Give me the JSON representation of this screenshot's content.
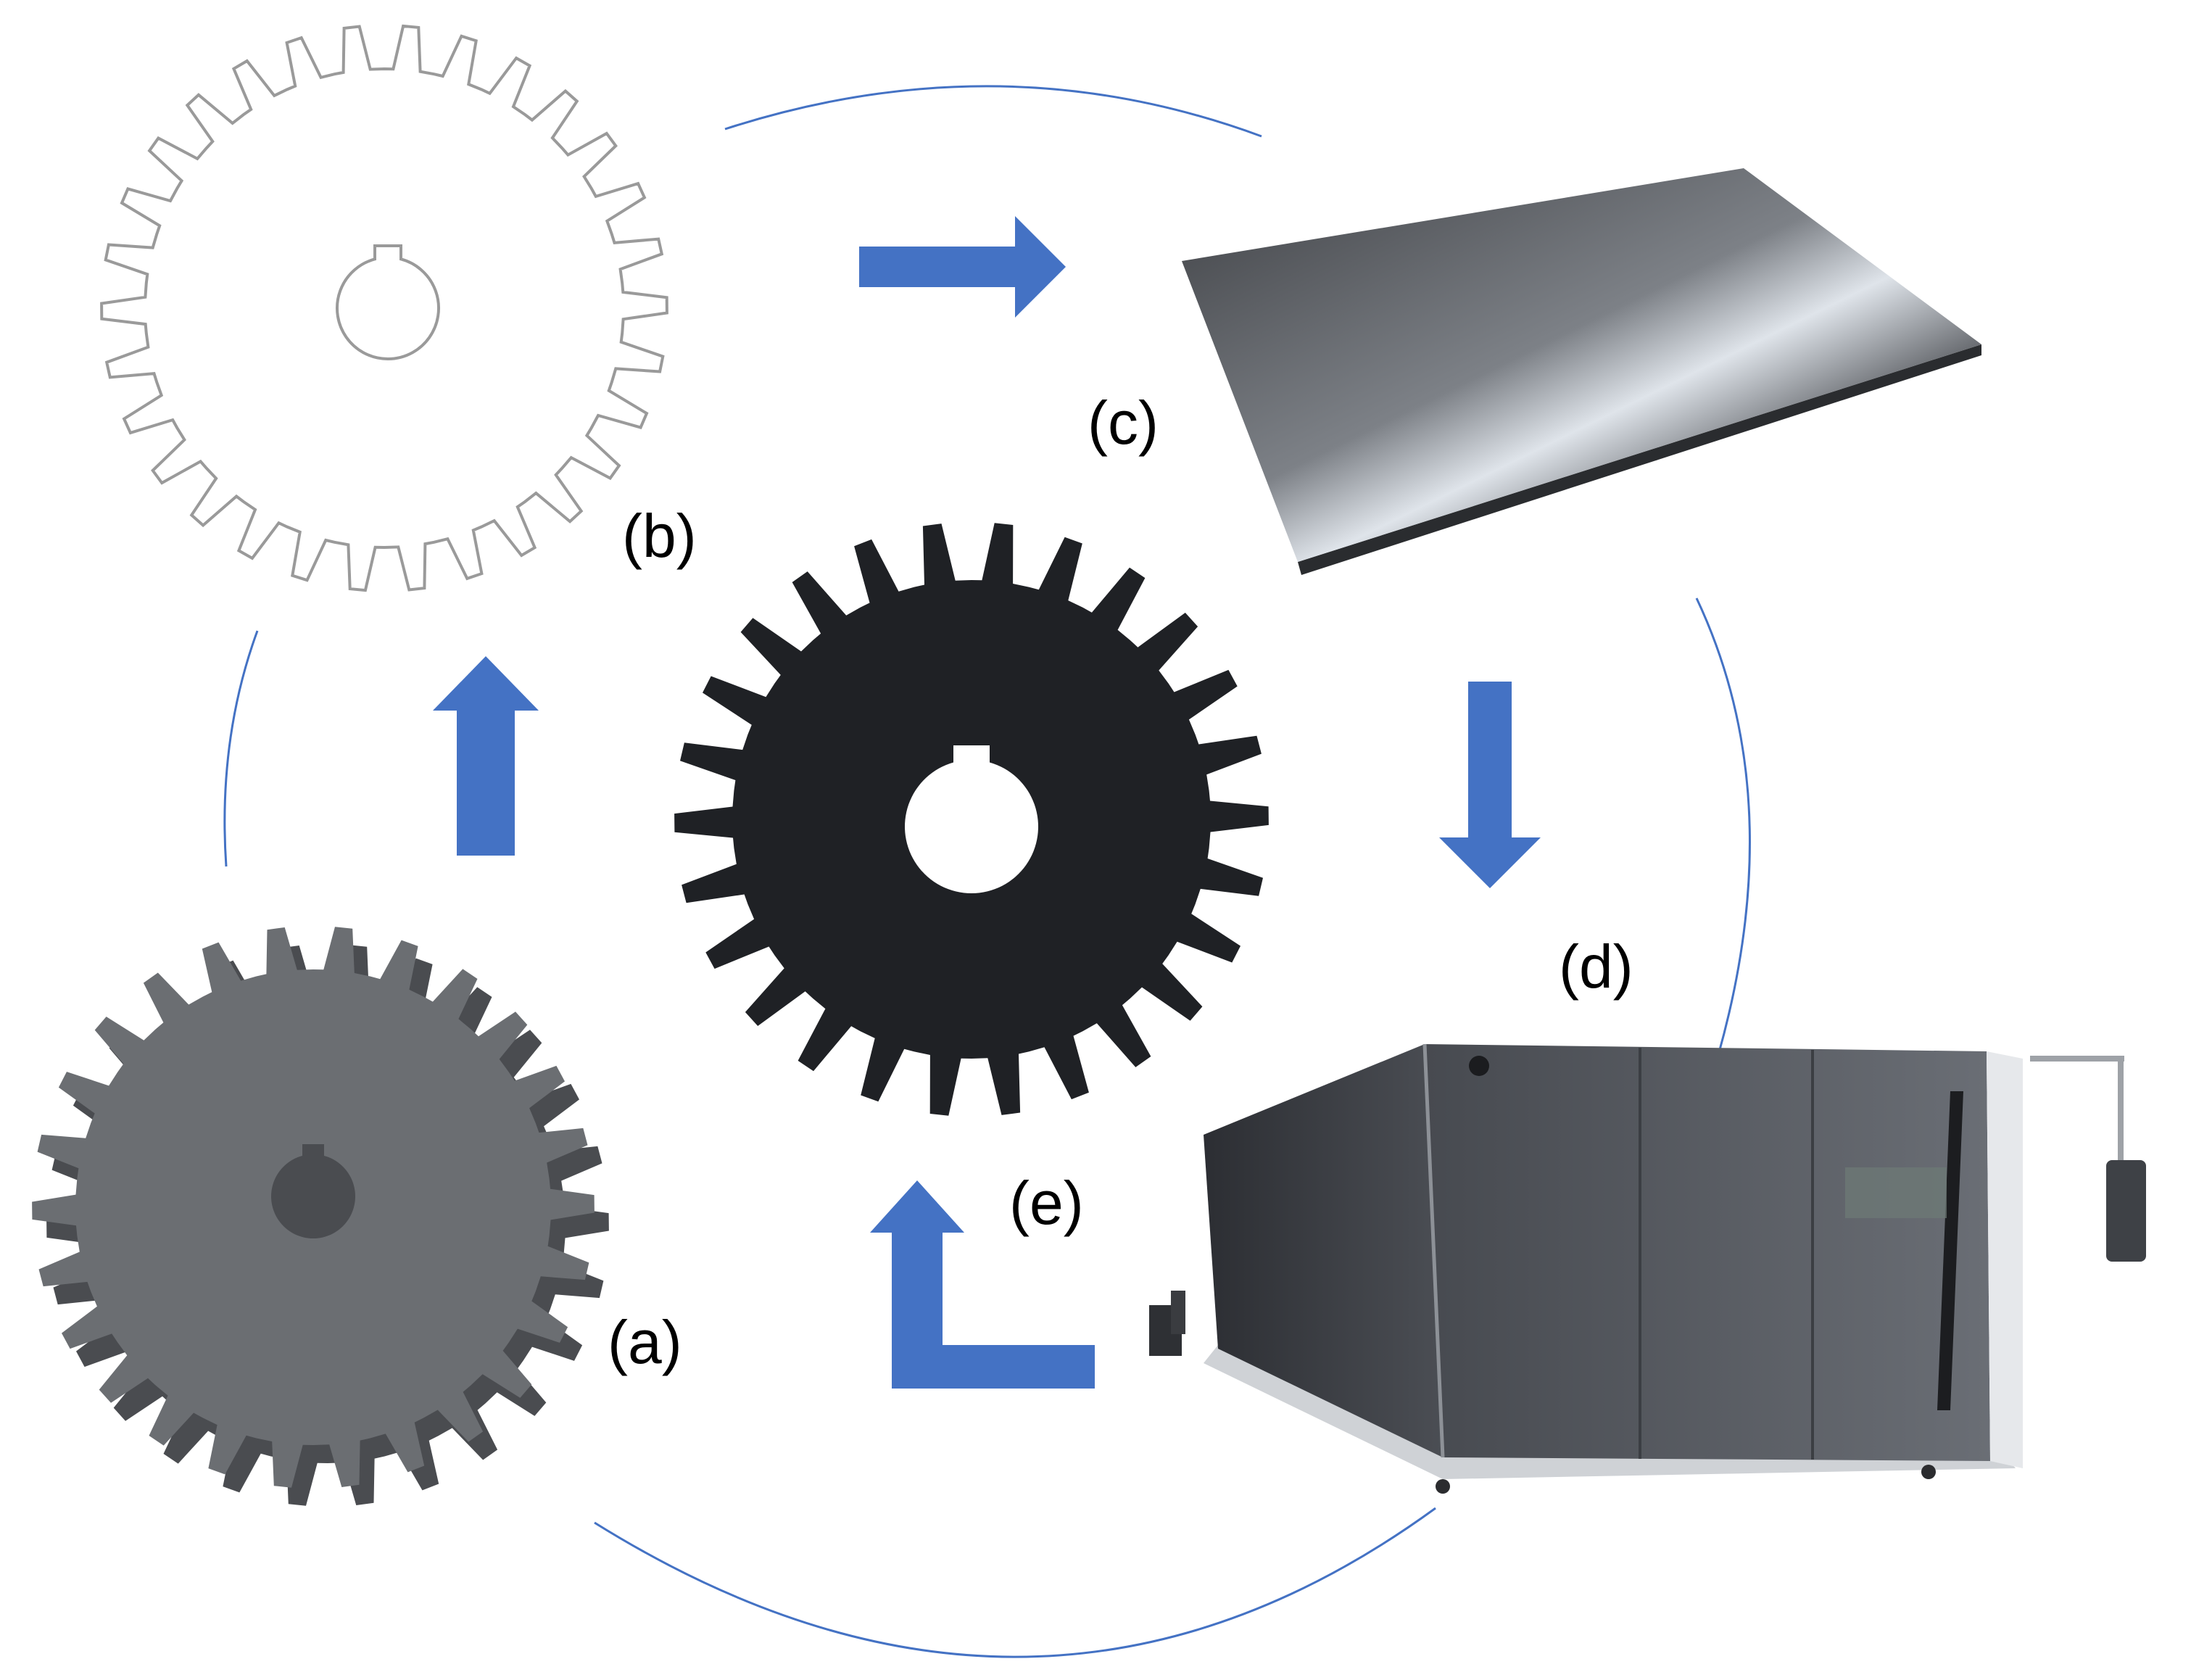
{
  "labels": {
    "a": "(a)",
    "b": "(b)",
    "c": "(c)",
    "d": "(d)",
    "e": "(e)"
  },
  "colors": {
    "arrow": "#4472c4",
    "cycle_line": "#4472c4",
    "cad_gear": "#6b6e72",
    "cad_gear_side": "#4a4c50",
    "outline_gear": "#9a9a9a",
    "cut_gear": "#1f2125",
    "sheet": "#5d6064",
    "machine": "#565960"
  },
  "icons": {
    "cad_gear": "gear-3d-icon",
    "outline_gear": "gear-outline-icon",
    "sheet": "metal-sheet-icon",
    "machine": "laser-cutter-icon",
    "cut_gear": "gear-cut-icon"
  }
}
